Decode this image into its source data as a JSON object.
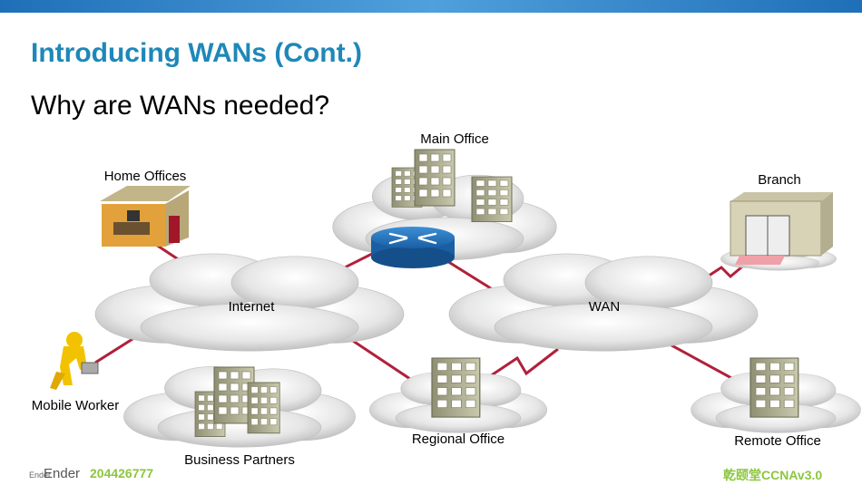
{
  "slide": {
    "title": "Introducing WANs (Cont.)",
    "subtitle": "Why are WANs needed?"
  },
  "diagram": {
    "nodes": {
      "main_office": "Main Office",
      "home_offices": "Home Offices",
      "branch": "Branch",
      "internet": "Internet",
      "wan": "WAN",
      "mobile_worker": "Mobile Worker",
      "business_partners": "Business Partners",
      "regional_office": "Regional Office",
      "remote_office": "Remote Office"
    }
  },
  "footer": {
    "small": "Ender",
    "name": "Ender",
    "number": "204426777",
    "right": "乾颐堂CCNAv3.0"
  },
  "colors": {
    "title": "#1e88b8",
    "link": "#b0203a",
    "footer_accent": "#8cc63e",
    "topbar": "#2a7cc4"
  }
}
